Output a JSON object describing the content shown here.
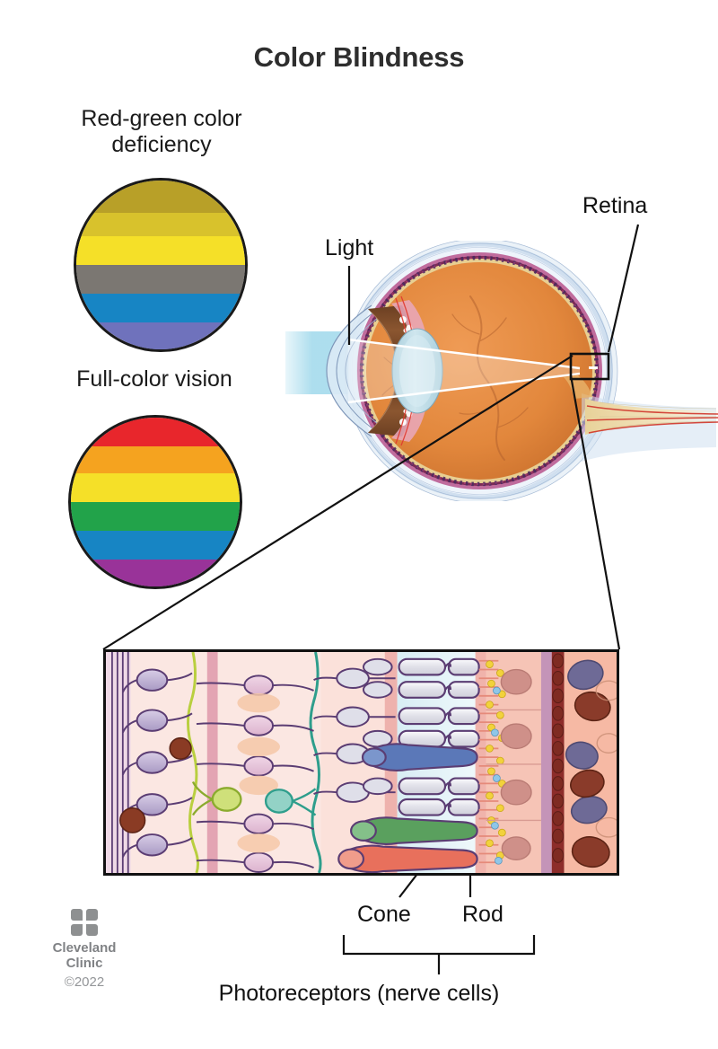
{
  "title": "Color Blindness",
  "swatches": [
    {
      "id": "red-green",
      "label_line1": "Red-green color",
      "label_line2": "deficiency",
      "bands": [
        "#b8a028",
        "#d8c22c",
        "#f5e028",
        "#7b7772",
        "#1785c4",
        "#6f72bc"
      ]
    },
    {
      "id": "full-color",
      "label_line1": "Full-color vision",
      "label_line2": "",
      "bands": [
        "#e8262c",
        "#f5a31f",
        "#f5e028",
        "#22a34a",
        "#1785c4",
        "#993399"
      ]
    }
  ],
  "annotations": {
    "light": "Light",
    "retina": "Retina",
    "cone": "Cone",
    "rod": "Rod",
    "photoreceptors": "Photoreceptors (nerve cells)"
  },
  "branding": {
    "name_line1": "Cleveland",
    "name_line2": "Clinic",
    "copyright": "©2022",
    "logo_color": "#8e9091",
    "text_color": "#808285"
  },
  "colors": {
    "title": "#2e2e2e",
    "label": "#111111",
    "outline": "#1a1a1a",
    "light_beam": "#a9dced",
    "vitreous": "#e2873c",
    "sclera": "#c7d8ec",
    "iris": "#7a4a28",
    "lens": "#bedde9",
    "choroid": "#7b2b56",
    "optic_nerve": "#efdcb0",
    "retina_bg": "#fbe7e2",
    "cone_red": "#e8705c",
    "cone_green": "#5aa05e",
    "cone_blue": "#5b78b8",
    "rod_gray": "#e6e6ec",
    "ganglion_purple": "#b0a0c8",
    "nerve_outline": "#5b3d73"
  },
  "eye_parts": [
    "cornea",
    "lens",
    "iris",
    "vitreous-body",
    "retina",
    "choroid",
    "sclera",
    "optic-nerve",
    "macula",
    "blood-vessels"
  ],
  "retina_layers": [
    "nerve-fiber-layer",
    "ganglion-cell-layer",
    "inner-plexiform-layer",
    "bipolar-cell-layer",
    "outer-plexiform-layer",
    "photoreceptor-layer",
    "retinal-pigment-epithelium",
    "choroid-capillaries"
  ]
}
